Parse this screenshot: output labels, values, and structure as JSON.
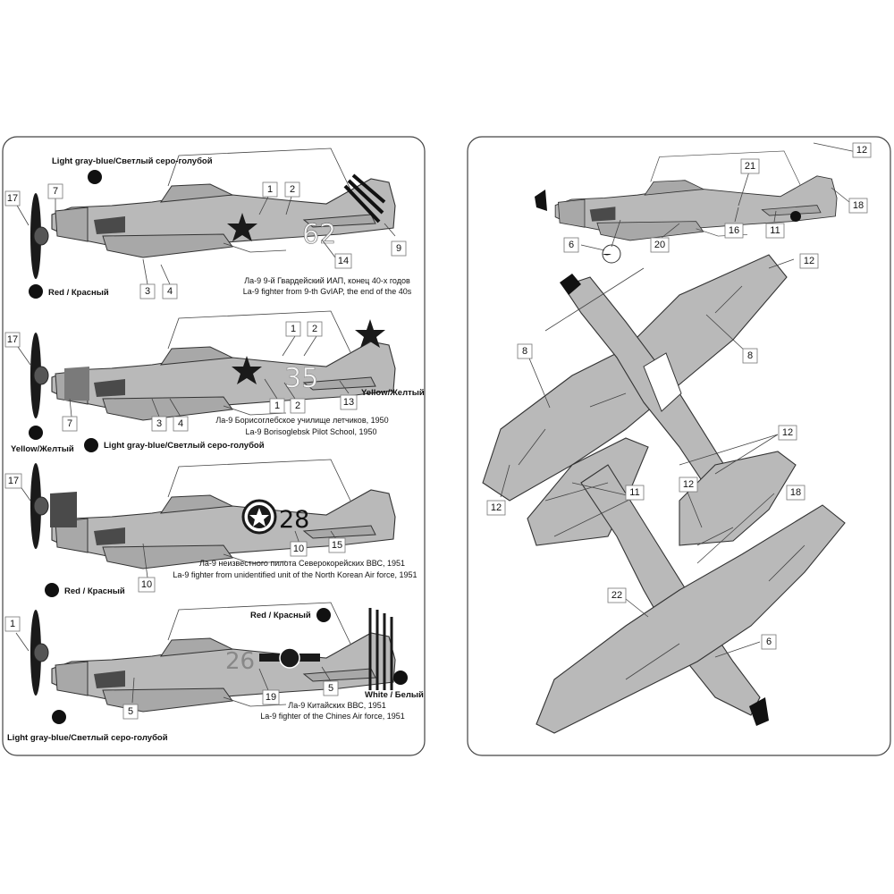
{
  "colors": {
    "page_bg": "#ffffff",
    "aircraft_fill": "#b9b9b9",
    "outline": "#333333",
    "panel_border": "#444444"
  },
  "left_sheet": {
    "profiles": [
      {
        "id": "profile-1",
        "callouts": [
          "17",
          "7",
          "1",
          "2",
          "9",
          "14",
          "3",
          "4"
        ],
        "tail_number": "62",
        "labels": [
          "Light gray-blue/Светлый серо-голубой",
          "Red / Красный"
        ],
        "caption_ru": "Ла-9 9-й Гвардейский ИАП, конец 40-х годов",
        "caption_en": "La-9 fighter from 9-th GvIAP, the end of the 40s"
      },
      {
        "id": "profile-2",
        "callouts": [
          "17",
          "1",
          "2",
          "7",
          "3",
          "4",
          "1",
          "2",
          "13"
        ],
        "tail_number": "35",
        "labels": [
          "Yellow/Желтый",
          "Yellow/Желтый",
          "Light gray-blue/Светлый серо-голубой"
        ],
        "caption_ru": "Ла-9 Борисоглебское училище летчиков, 1950",
        "caption_en": "La-9 Borisoglebsk Pilot School, 1950"
      },
      {
        "id": "profile-3",
        "callouts": [
          "17",
          "10",
          "15",
          "10"
        ],
        "tail_number": "28",
        "labels": [
          "Red / Красный"
        ],
        "caption_ru": "Ла-9 неизвестного пилота Северокорейских ВВС, 1951",
        "caption_en": "La-9 fighter from unidentified unit of the North Korean Air force, 1951"
      },
      {
        "id": "profile-4",
        "callouts": [
          "1",
          "5",
          "19",
          "5"
        ],
        "tail_number": "26",
        "labels": [
          "Red / Красный",
          "White / Белый",
          "Light gray-blue/Светлый серо-голубой"
        ],
        "caption_ru": "Ла-9 Китайских ВВС, 1951",
        "caption_en": "La-9 fighter of the Chines Air force, 1951"
      }
    ]
  },
  "right_sheet": {
    "side_view_callouts": [
      "12",
      "21",
      "18",
      "6",
      "20",
      "16",
      "11"
    ],
    "top_view_callouts": [
      "12",
      "8",
      "8"
    ],
    "bottom_view_callouts": [
      "12",
      "12",
      "12",
      "11",
      "18",
      "22",
      "6"
    ]
  }
}
